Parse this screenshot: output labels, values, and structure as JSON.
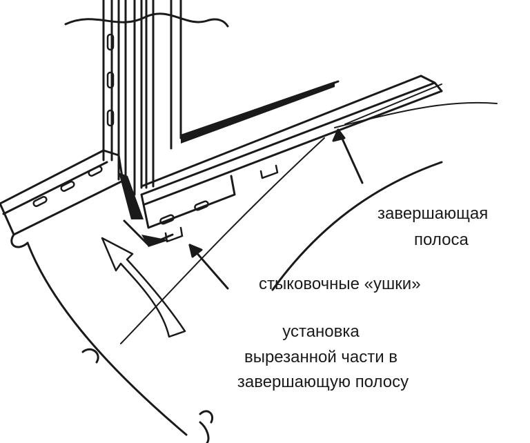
{
  "labels": {
    "finishing_strip_line1": "завершающая",
    "finishing_strip_line2": "полоса",
    "docking_ears": "стыковочные «ушки»",
    "install_line1": "установка",
    "install_line2": "вырезанной части в",
    "install_line3": "завершающую полосу"
  },
  "colors": {
    "ink": "#1a1a1a",
    "background": "#ffffff"
  }
}
